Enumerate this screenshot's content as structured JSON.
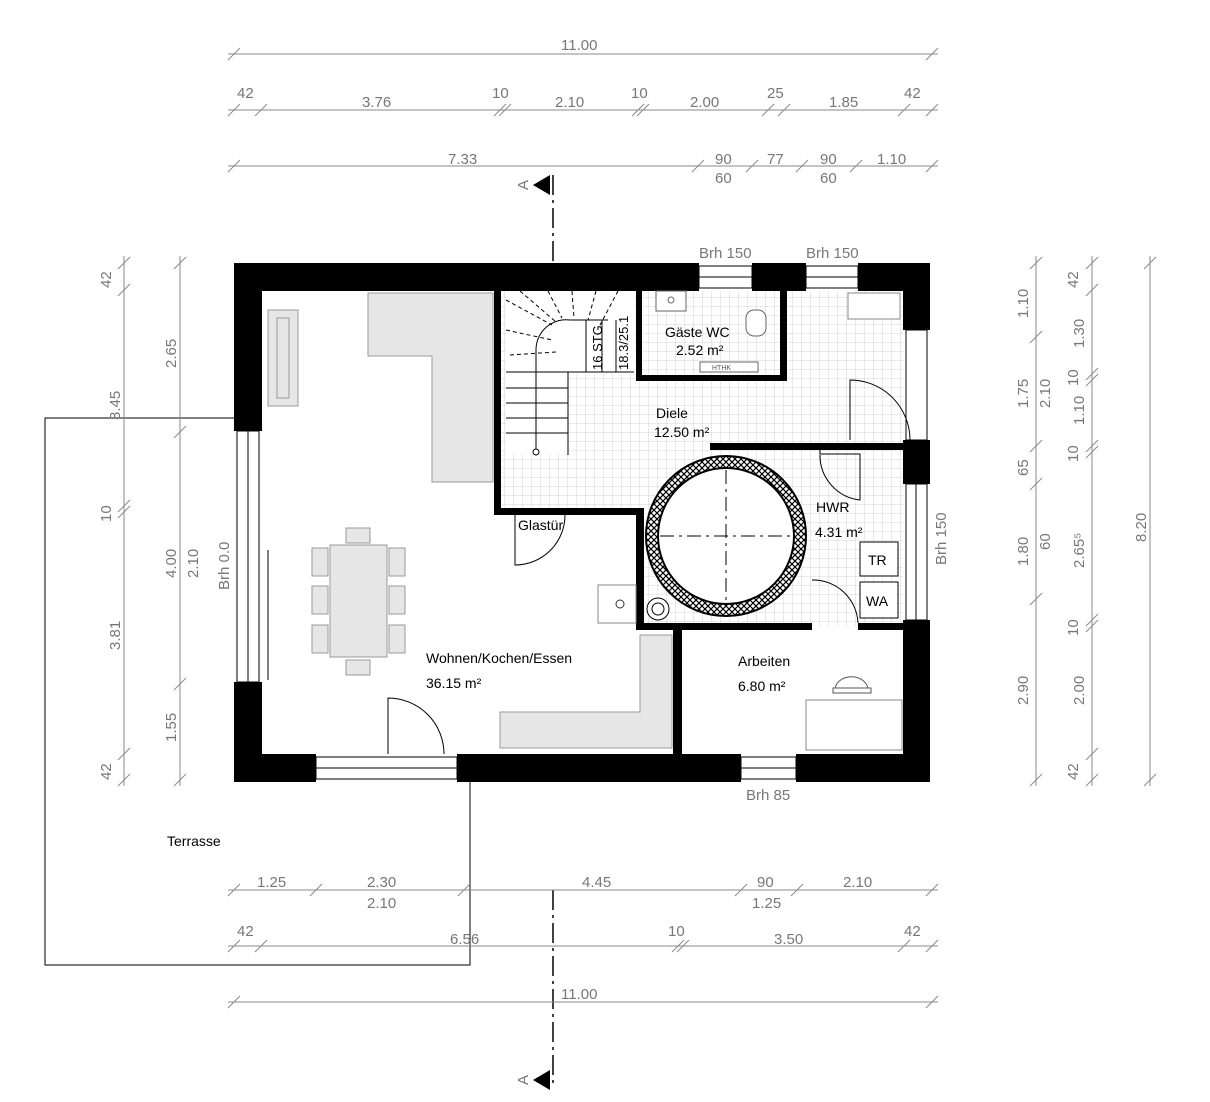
{
  "section_marker": "A",
  "rooms": {
    "living": {
      "name": "Wohnen/Kochen/Essen",
      "area": "36.15 m²"
    },
    "hall": {
      "name": "Diele",
      "area": "12.50 m²"
    },
    "guest_wc": {
      "name": "Gäste WC",
      "area": "2.52 m²"
    },
    "utility": {
      "name": "HWR",
      "area": "4.31 m²"
    },
    "office": {
      "name": "Arbeiten",
      "area": "6.80 m²"
    },
    "terrace": {
      "name": "Terrasse"
    }
  },
  "labels": {
    "glass_door": "Glastür",
    "stairs_steps": "16 STG",
    "stairs_ratio": "18.3/25.1",
    "dryer": "TR",
    "washer": "WA",
    "radiator": "HTHK"
  },
  "windows": {
    "top_left": "Brh 150",
    "top_right": "Brh 150",
    "right": "Brh 150",
    "left": "Brh 0.0",
    "bottom": "Brh 85"
  },
  "dims_top": {
    "overall": "11.00",
    "row2": [
      "42",
      "3.76",
      "10",
      "2.10",
      "10",
      "2.00",
      "25",
      "1.85",
      "42"
    ],
    "row3_top": [
      "7.33",
      "90",
      "77",
      "90",
      "1.10"
    ],
    "row3_bottom": [
      "60",
      "60"
    ]
  },
  "dims_bottom": {
    "row1_top": [
      "1.25",
      "2.30",
      "4.45",
      "90",
      "2.10"
    ],
    "row1_bottom": [
      "2.10",
      "1.25"
    ],
    "row2": [
      "42",
      "6.56",
      "10",
      "3.50",
      "42"
    ],
    "overall": "11.00"
  },
  "dims_left": {
    "outer": [
      "42",
      "3.45",
      "10",
      "3.81",
      "42"
    ],
    "inner": [
      "2.65",
      "4.00",
      "2.10",
      "1.55"
    ]
  },
  "dims_right": {
    "col1": [
      "1.10",
      "1.75",
      "2.10",
      "65",
      "1.80",
      "60",
      "2.90"
    ],
    "col2": [
      "42",
      "1.30",
      "10",
      "1.10",
      "10",
      "2.65⁵",
      "10",
      "2.00",
      "42"
    ],
    "overall": "8.20"
  }
}
